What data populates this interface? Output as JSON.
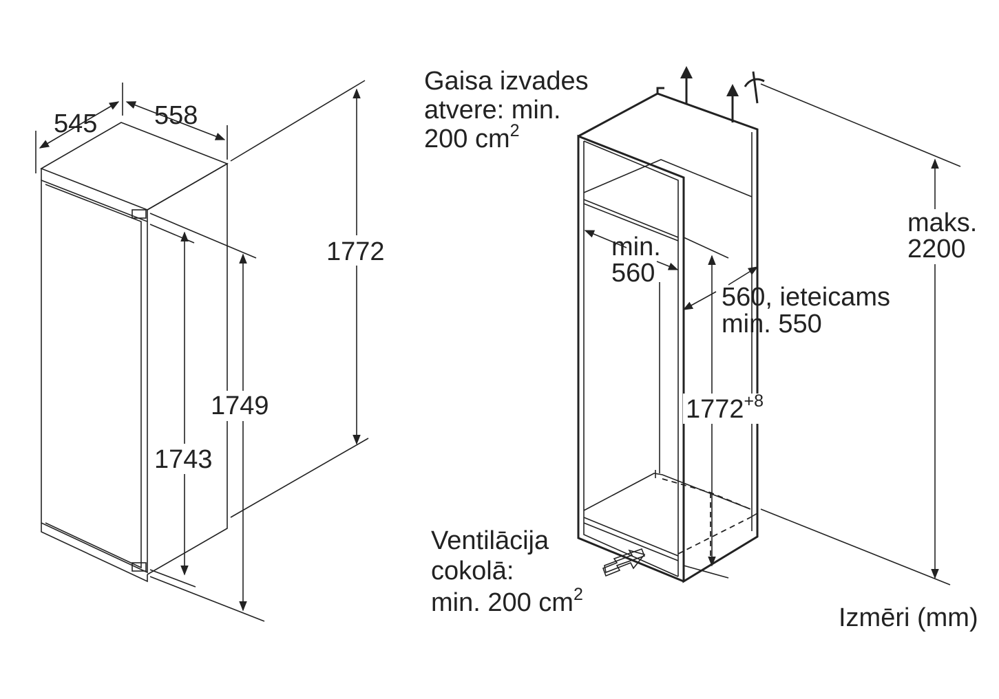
{
  "appliance": {
    "depth": "545",
    "width": "558",
    "height_total": "1772",
    "height_door": "1749",
    "height_inner": "1743"
  },
  "niche": {
    "air_outlet": {
      "line1": "Gaisa izvades",
      "line2": "atvere: min.",
      "line3_value": "200 cm",
      "line3_sup": "2"
    },
    "width_min": {
      "line1": "min.",
      "line2": "560"
    },
    "depth": {
      "line1": "560, ieteicams",
      "line2": "min. 550"
    },
    "height": {
      "value": "1772",
      "sup": "+8"
    },
    "max_height": {
      "line1": "maks.",
      "line2": "2200"
    },
    "plinth_vent": {
      "line1": "Ventilācija",
      "line2": "cokolā:",
      "line3_value": "min. 200 cm",
      "line3_sup": "2"
    }
  },
  "units_caption": "Izmēri (mm)",
  "colors": {
    "stroke": "#222222",
    "background": "#ffffff"
  }
}
